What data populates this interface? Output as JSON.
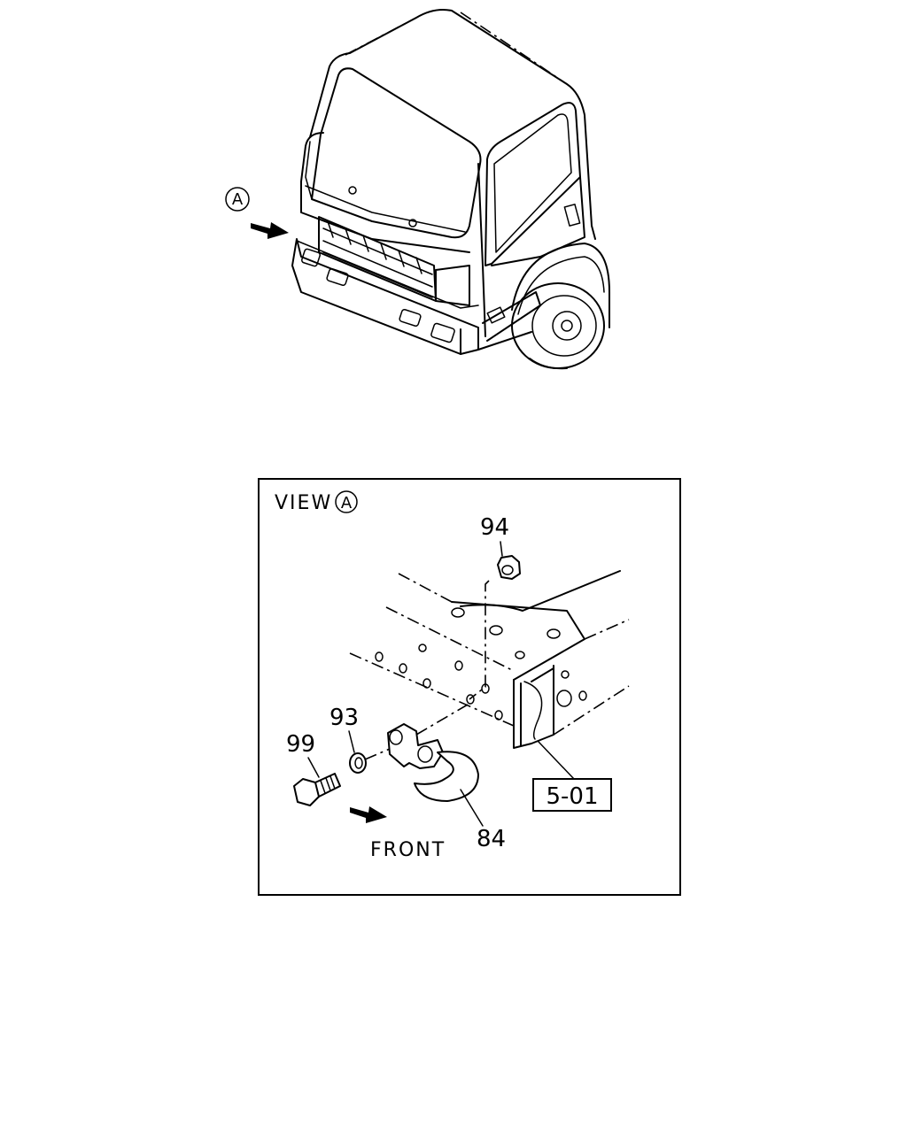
{
  "overview": {
    "view_marker": "A"
  },
  "detail": {
    "view_label": "VIEW",
    "view_marker": "A",
    "front_label": "FRONT",
    "parts": {
      "nut": "94",
      "washer": "93",
      "bolt": "99",
      "hook": "84"
    },
    "reference": "5-01"
  }
}
